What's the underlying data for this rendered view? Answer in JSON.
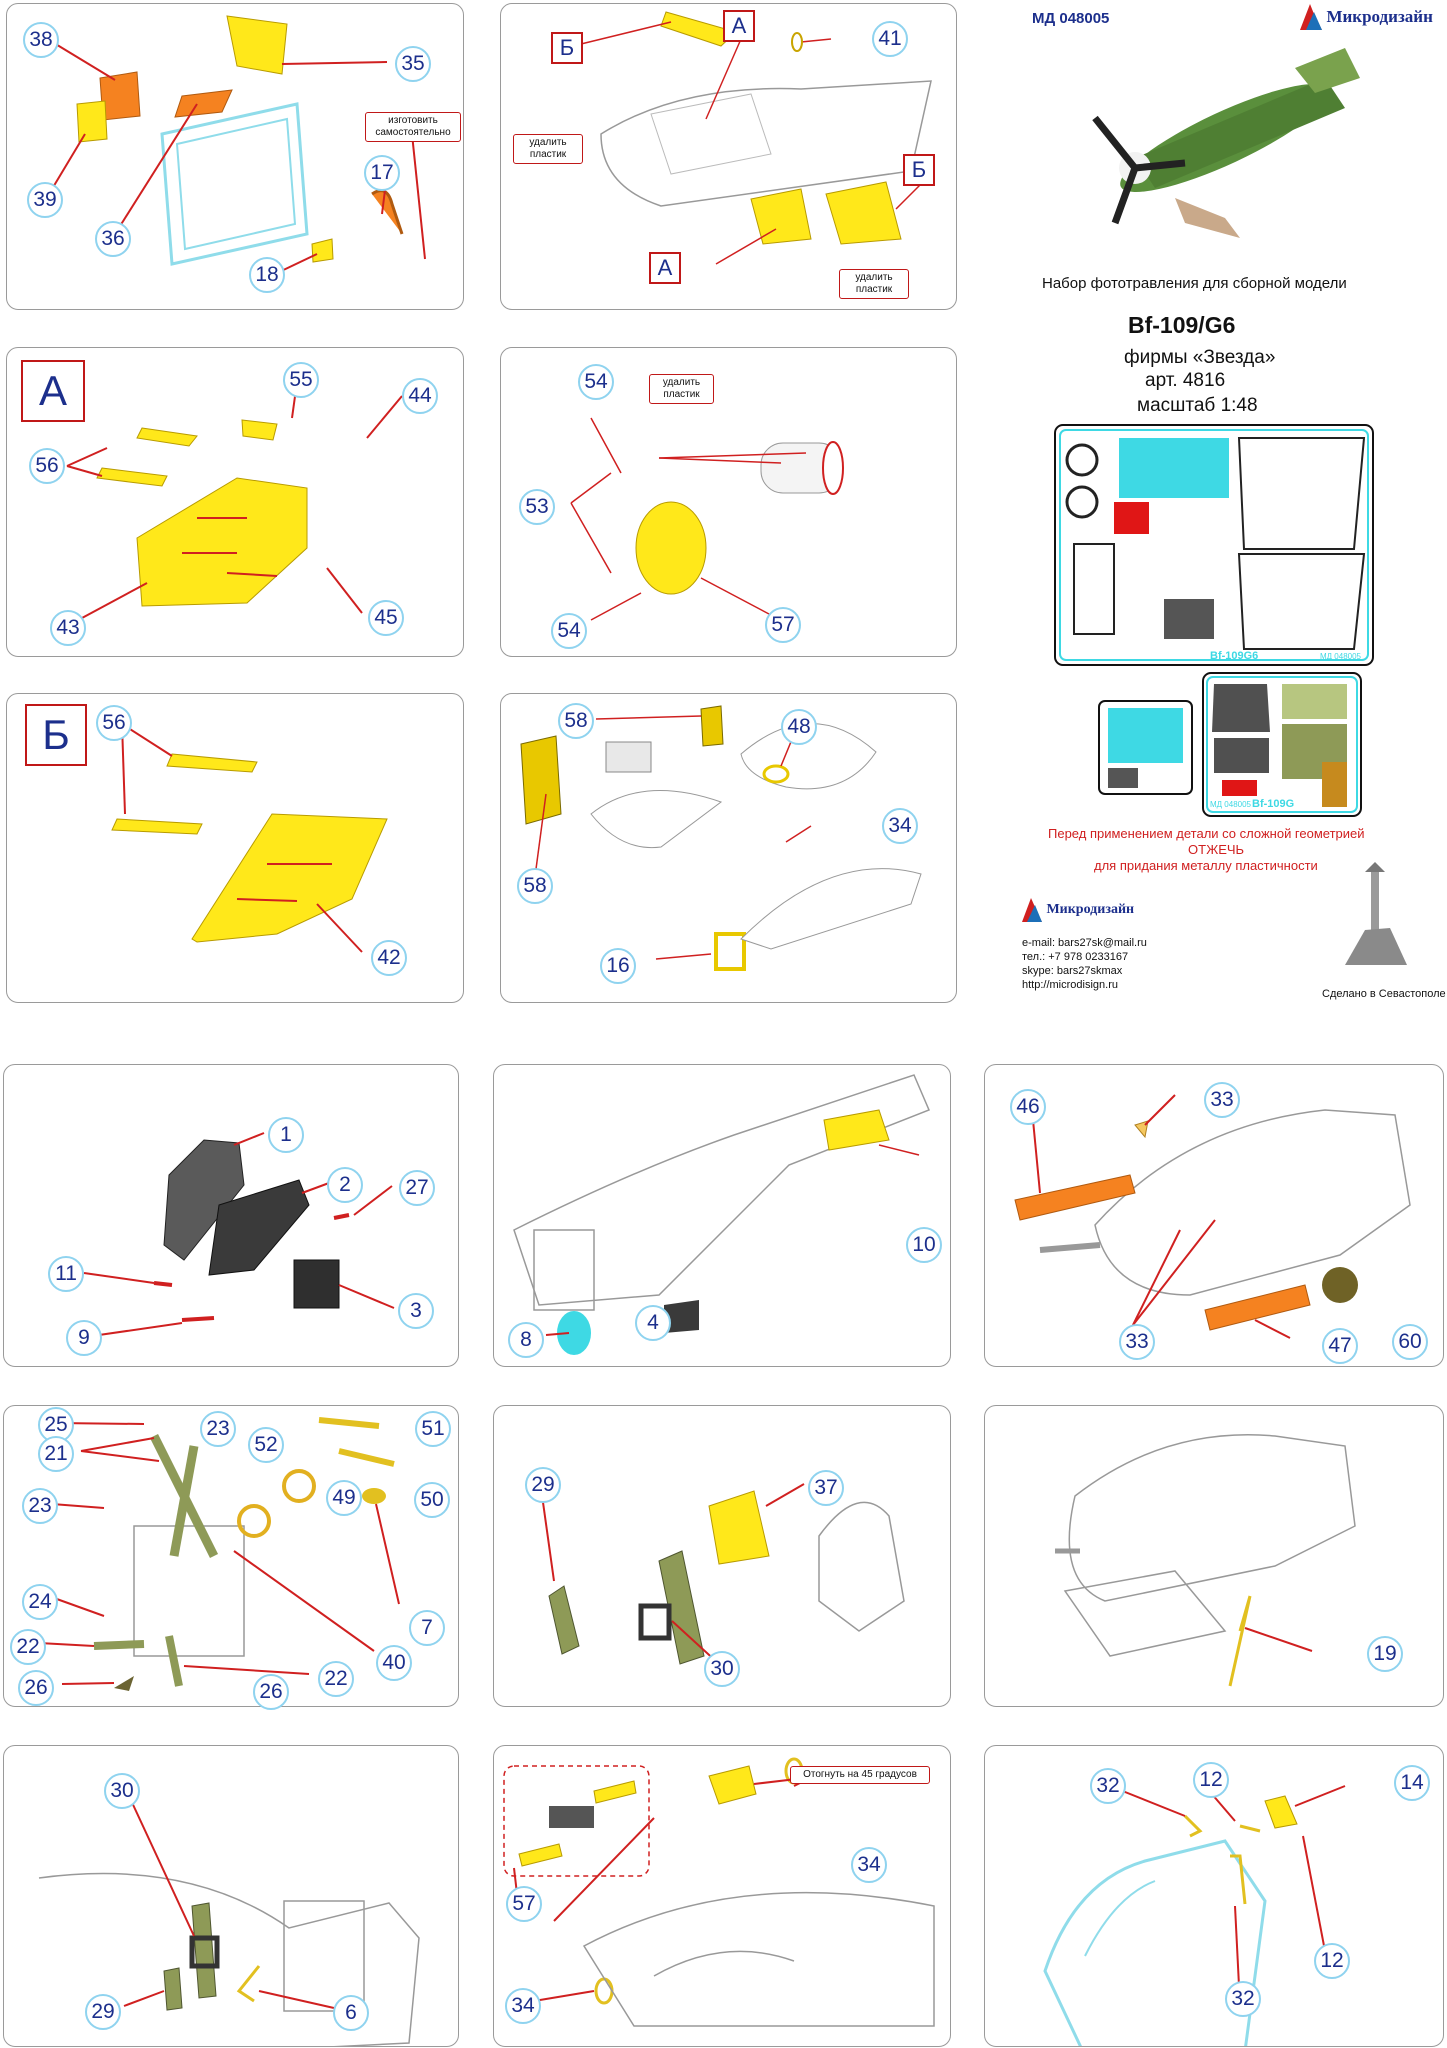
{
  "header": {
    "code": "МД 048005",
    "brand": "Микродизайн",
    "subtitle": "Набор фототравления для сборной модели",
    "model": "Bf-109/G6",
    "maker": "фирмы «Звезда»",
    "article": "арт. 4816",
    "scale": "масштаб 1:48"
  },
  "sheet_labels": {
    "code1": "МД 048005",
    "name1": "Bf-109G6",
    "code2": "МД 048005",
    "name2": "Bf-109G"
  },
  "warning": {
    "line1": "Перед применением детали со сложной геометрией",
    "line2": "ОТЖЕЧЬ",
    "line3": "для придания металлу пластичности"
  },
  "contact": {
    "brand": "Микродизайн",
    "email": "e-mail: bars27sk@mail.ru",
    "phone": "тел.: +7 978 0233167",
    "skype": "skype: bars27skmax",
    "web": "http://microdisign.ru",
    "made_in": "Сделано в Севастополе"
  },
  "notes": {
    "make_yourself": "изготовить самостоятельно",
    "remove_plastic": "удалить пластик",
    "bend_45": "Отогнуть на 45 градусов"
  },
  "letters": {
    "A": "А",
    "B": "Б"
  },
  "panels": [
    {
      "id": "p1",
      "callouts": [
        "38",
        "35",
        "39",
        "36",
        "17",
        "18"
      ]
    },
    {
      "id": "p2",
      "callouts": [
        "41"
      ]
    },
    {
      "id": "p3",
      "callouts": [
        "55",
        "44",
        "56",
        "43",
        "45"
      ]
    },
    {
      "id": "p4",
      "callouts": [
        "54",
        "53",
        "57",
        "54"
      ]
    },
    {
      "id": "p5",
      "callouts": [
        "56",
        "42"
      ]
    },
    {
      "id": "p6",
      "callouts": [
        "58",
        "48",
        "34",
        "58",
        "16"
      ]
    },
    {
      "id": "p7",
      "callouts": [
        "1",
        "2",
        "27",
        "11",
        "3",
        "9"
      ]
    },
    {
      "id": "p8",
      "callouts": [
        "10",
        "8",
        "4"
      ]
    },
    {
      "id": "p9",
      "callouts": [
        "46",
        "33",
        "33",
        "47",
        "60"
      ]
    },
    {
      "id": "p10",
      "callouts": [
        "25",
        "23",
        "51",
        "21",
        "52",
        "50",
        "23",
        "49",
        "7",
        "24",
        "22",
        "40",
        "26",
        "26",
        "22"
      ]
    },
    {
      "id": "p11",
      "callouts": [
        "29",
        "37",
        "30"
      ]
    },
    {
      "id": "p12",
      "callouts": [
        "19"
      ]
    },
    {
      "id": "p13",
      "callouts": [
        "30",
        "29",
        "6"
      ]
    },
    {
      "id": "p14",
      "callouts": [
        "34",
        "57",
        "34"
      ]
    },
    {
      "id": "p15",
      "callouts": [
        "32",
        "12",
        "14",
        "32",
        "12"
      ]
    }
  ],
  "colors": {
    "callout_text": "#1c2f8c",
    "callout_ring": "#8fd3ef",
    "arrow": "#d02020",
    "part_yellow": "#ffe81a",
    "part_orange": "#f58220",
    "sheet_cyan": "#3ed9e4"
  }
}
